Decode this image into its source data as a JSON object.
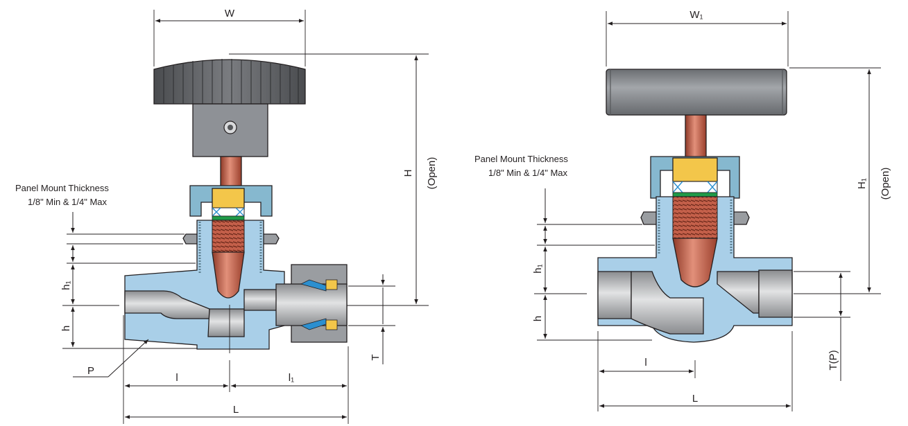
{
  "colors": {
    "body": "#a9cfe8",
    "bonnet": "#86b8cf",
    "knob": "#5a5c5f",
    "handle": "#8e9196",
    "stem": "#c4604a",
    "packing": "#f3c64a",
    "seal_green": "#1f9a48",
    "seal_blue": "#2c8fcf",
    "metal": "#b8babd"
  },
  "left_valve": {
    "panel_note_line1": "Panel Mount Thickness",
    "panel_note_line2": "1/8\" Min & 1/4\" Max",
    "labels": {
      "W": "W",
      "H": "H",
      "open": "(Open)",
      "h1": "h₁",
      "h": "h",
      "T": "T",
      "P": "P",
      "l": "l",
      "l1": "l₁",
      "L": "L"
    }
  },
  "right_valve": {
    "panel_note_line1": "Panel Mount Thickness",
    "panel_note_line2": "1/8\" Min & 1/4\" Max",
    "labels": {
      "W1": "W₁",
      "H1": "H₁",
      "open": "(Open)",
      "h1": "h₁",
      "h": "h",
      "TP": "T(P)",
      "l": "l",
      "L": "L"
    }
  }
}
